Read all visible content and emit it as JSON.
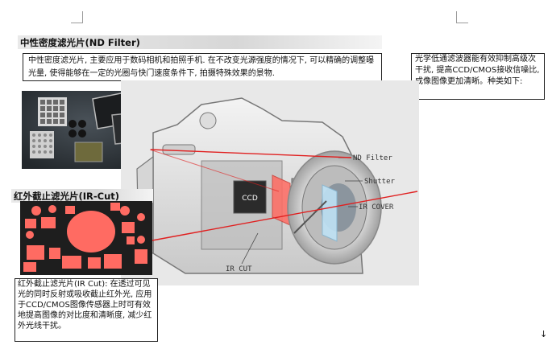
{
  "nd_section": {
    "title": "中性密度滤光片(ND Filter)",
    "description": "中性密度滤光片, 主要应用于数码相机和拍照手机. 在不改变光源强度的情况下, 可以精确的调整曝光量, 使得能够在一定的光圈与快门速度条件下, 拍摄特殊效果的景物."
  },
  "side_note": "光学低通滤波器能有效抑制高级次干扰, 提高CCD/CMOS接收信噪比, 成像图像更加清晰。种类如下:",
  "ir_section": {
    "title": "红外截止滤光片(IR-Cut)",
    "description": "红外截止滤光片(IR Cut): 在透过可见光的同时反射或吸收截止红外光, 应用于CCD/CMOS图像传感器上时可有效地提高图像的对比度和清晰度, 减少红外光线干扰。"
  },
  "diagram_labels": {
    "nd_filter": "ND Filter",
    "shutter": "Shutter",
    "ir_cover": "IR COVER",
    "ir_cut": "IR CUT",
    "ccd": "CCD"
  },
  "colors": {
    "callout_line": "#e02020",
    "ir_filter": "#ff6b62",
    "photo_bg": "#2e3338"
  },
  "end_mark": "↓"
}
